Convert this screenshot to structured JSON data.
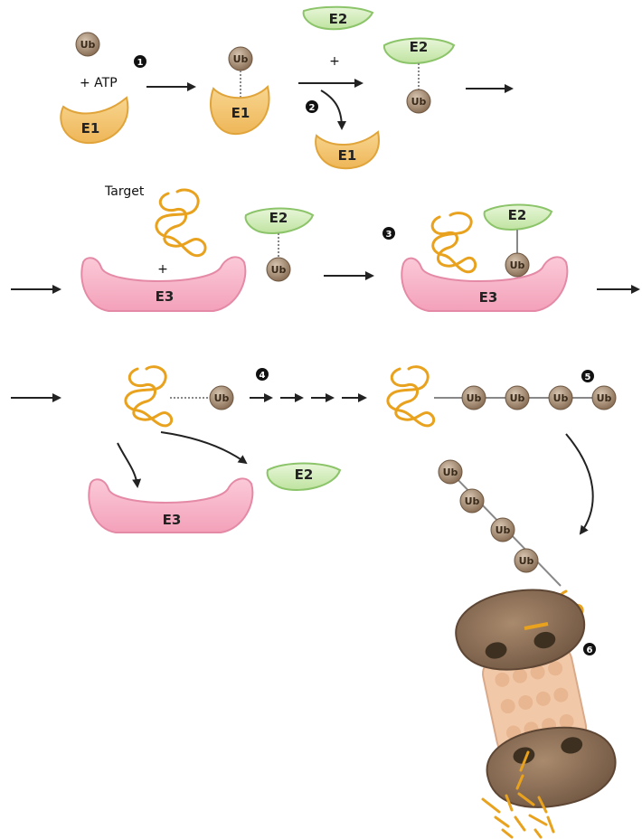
{
  "labels": {
    "ub": "Ub",
    "e1": "E1",
    "e2": "E2",
    "e3": "E3",
    "plus_atp": "+ ATP",
    "plus": "+",
    "target": "Target"
  },
  "steps": [
    "1",
    "2",
    "3",
    "4",
    "5",
    "6"
  ],
  "colors": {
    "e1_fill": "#f3c779",
    "e1_stroke": "#e0a43a",
    "e2_fill": "#d9efc2",
    "e2_stroke": "#8cc46a",
    "e3_fill": "#f6b6c8",
    "e3_stroke": "#e58aa6",
    "ub_fill": "#a58c74",
    "target_line": "#e8a21e",
    "proteasome": "#8b6e55",
    "proteasome_core": "#f2c9a8",
    "arrow": "#222222"
  }
}
